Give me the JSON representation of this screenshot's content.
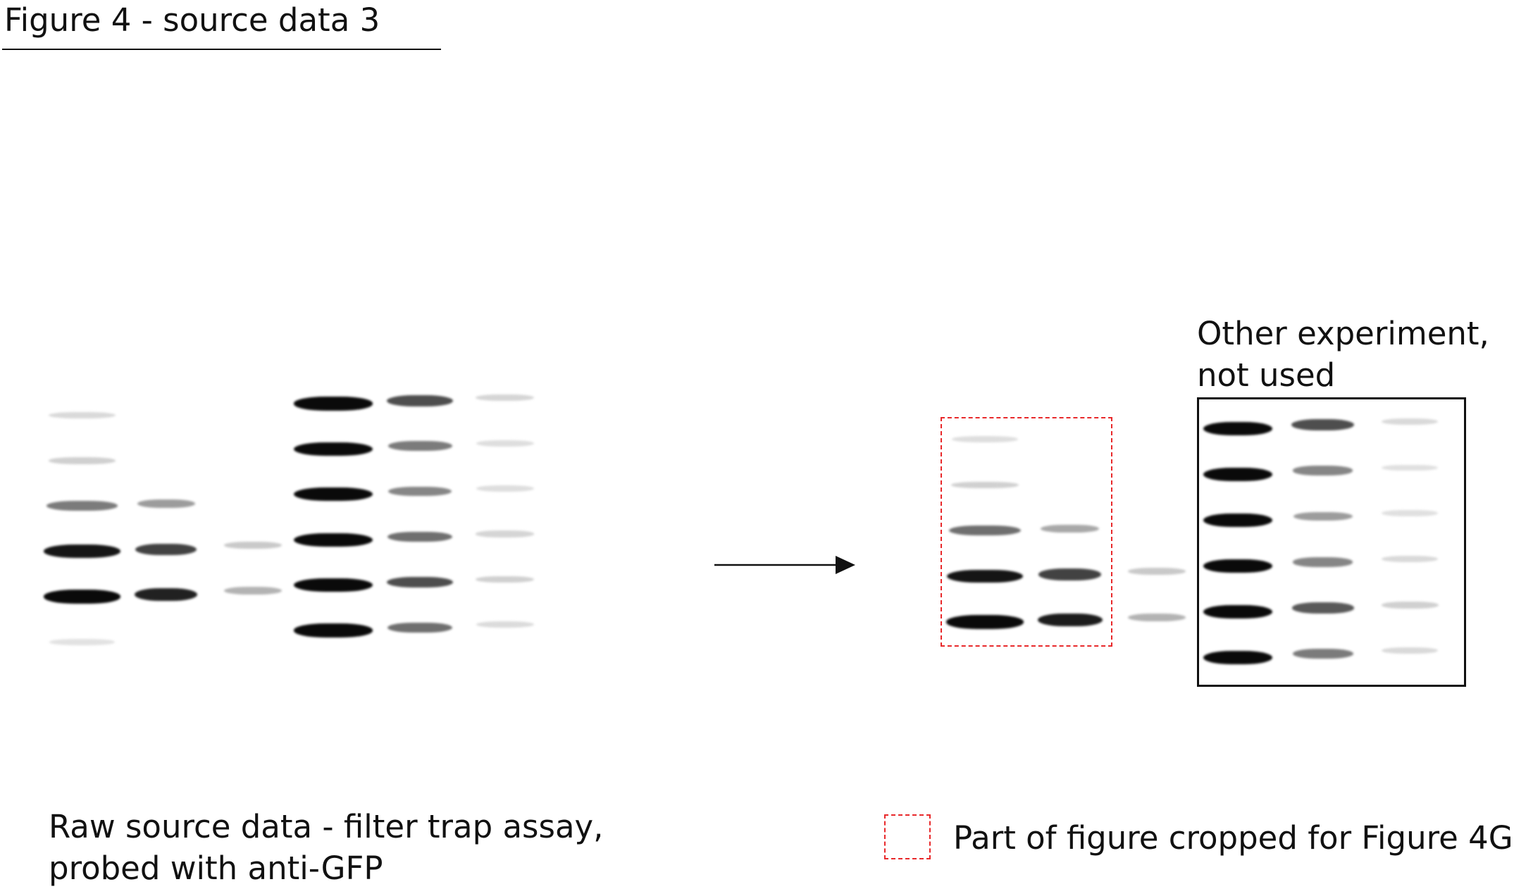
{
  "title": "Figure 4 - source data 3",
  "labels": {
    "raw_line1": "Raw source data - filter trap assay,",
    "raw_line2": "probed with anti-GFP",
    "other_line1": "Other experiment,",
    "other_line2": "not used",
    "legend": "Part of figure cropped for Figure 4G"
  },
  "colors": {
    "crop_box": "#e8292b",
    "band": "#111111"
  },
  "blots": {
    "raw_left": [
      [
        0.08,
        0.12,
        0.5,
        0.95,
        1.0,
        0.04
      ],
      [
        0,
        0,
        0.35,
        0.75,
        0.9,
        0
      ],
      [
        0,
        0,
        0,
        0.15,
        0.25,
        0
      ],
      [
        1,
        1,
        1,
        1,
        1,
        1
      ],
      [
        0.7,
        0.5,
        0.45,
        0.55,
        0.7,
        0.55
      ],
      [
        0.1,
        0.06,
        0.06,
        0.1,
        0.12,
        0.07
      ]
    ],
    "cropped": [
      [
        0.06,
        0.12,
        0.55,
        0.95,
        1.0
      ],
      [
        0,
        0,
        0.3,
        0.75,
        0.92
      ],
      [
        0,
        0,
        0,
        0.15,
        0.25
      ]
    ],
    "other": [
      [
        1,
        1,
        1,
        1,
        1,
        1
      ],
      [
        0.7,
        0.45,
        0.35,
        0.45,
        0.65,
        0.5
      ],
      [
        0.08,
        0.05,
        0.05,
        0.08,
        0.12,
        0.08
      ]
    ]
  }
}
